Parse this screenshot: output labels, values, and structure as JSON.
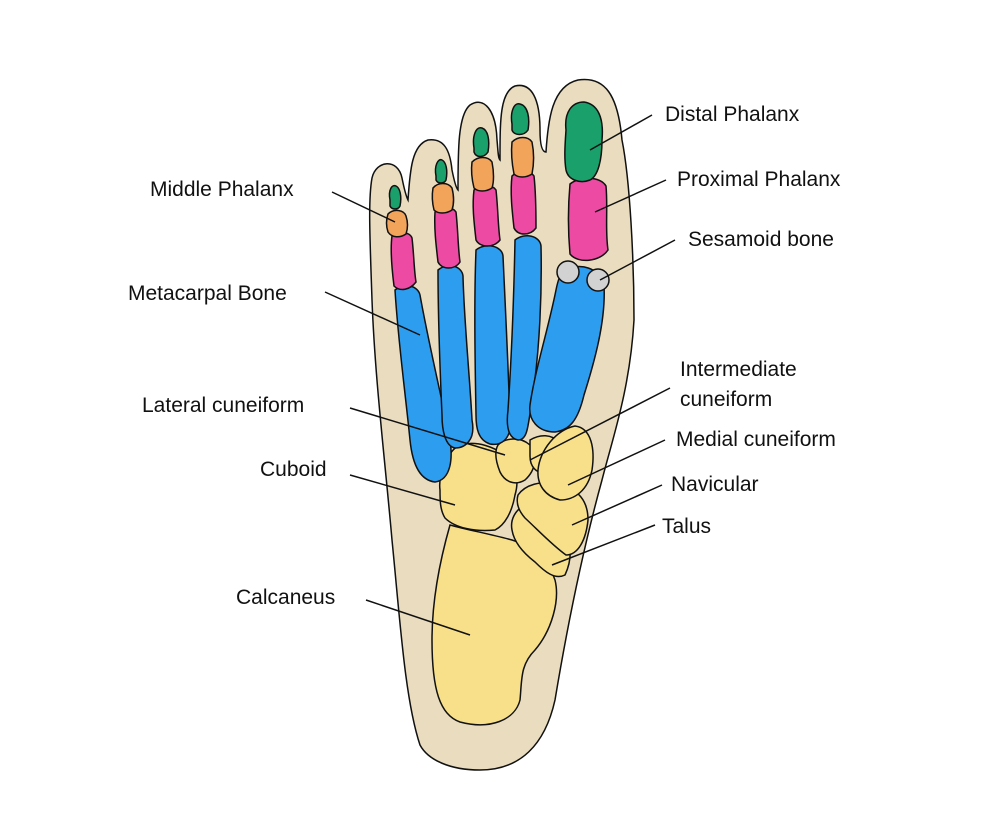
{
  "labels": {
    "distal_phalanx": "Distal Phalanx",
    "proximal_phalanx": "Proximal Phalanx",
    "sesamoid_bone": "Sesamoid bone",
    "middle_phalanx": "Middle Phalanx",
    "metacarpal_bone": "Metacarpal Bone",
    "lateral_cuneiform": "Lateral cuneiform",
    "intermediate_cuneiform_line1": "Intermediate",
    "intermediate_cuneiform_line2": "cuneiform",
    "medial_cuneiform": "Medial cuneiform",
    "cuboid": "Cuboid",
    "navicular": "Navicular",
    "talus": "Talus",
    "calcaneus": "Calcaneus"
  },
  "stock_id": "515280494",
  "colors": {
    "skin": "#e9dcbf",
    "distal": "#1aa06b",
    "middle": "#f2a45a",
    "proximal": "#ec4aa3",
    "metatarsal": "#2d9df0",
    "tarsal": "#f8e08a",
    "sesamoid": "#d2d2d2",
    "outline": "#111111"
  }
}
